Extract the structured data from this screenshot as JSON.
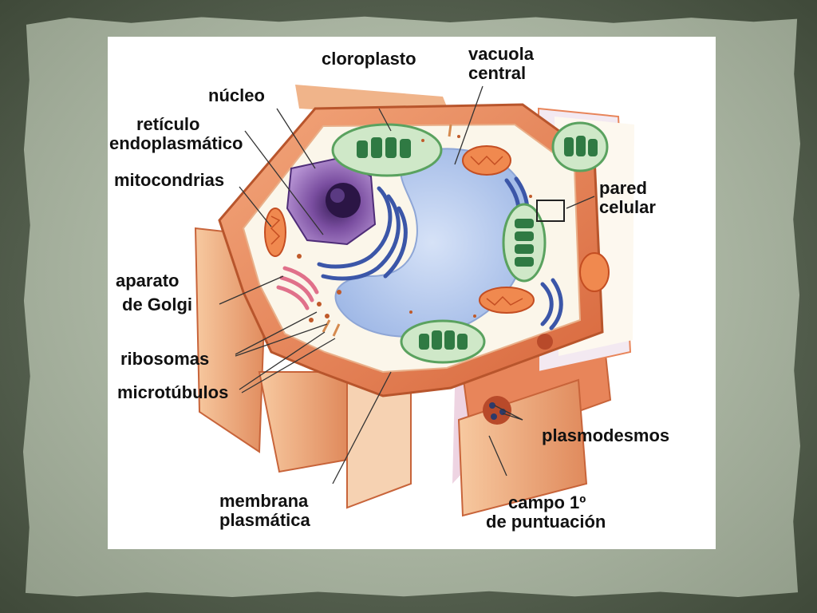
{
  "labels": {
    "cloroplasto": "cloroplasto",
    "vacuola_line1": "vacuola",
    "vacuola_line2": "central",
    "nucleo": "núcleo",
    "reticulo_line1": "retículo",
    "reticulo_line2": "endoplasmático",
    "mitocondrias": "mitocondrias",
    "pared_line1": "pared",
    "pared_line2": "celular",
    "golgi_line1": "aparato",
    "golgi_line2": "de Golgi",
    "ribosomas": "ribosomas",
    "microtubulos": "microtúbulos",
    "plasmodesmos": "plasmodesmos",
    "membrana_line1": "membrana",
    "membrana_line2": "plasmática",
    "campo_line1": "campo 1º",
    "campo_line2": "de puntuación"
  },
  "colors": {
    "cell_wall": "#e8855a",
    "cytoplasm": "#fbf6ea",
    "vacuole": "#b9cdee",
    "chloroplast": "#3f8a4f",
    "mitochondria": "#e0683a",
    "nucleus": "#7a4ea0",
    "er": "#3b56a8",
    "golgi": "#e0708a"
  }
}
